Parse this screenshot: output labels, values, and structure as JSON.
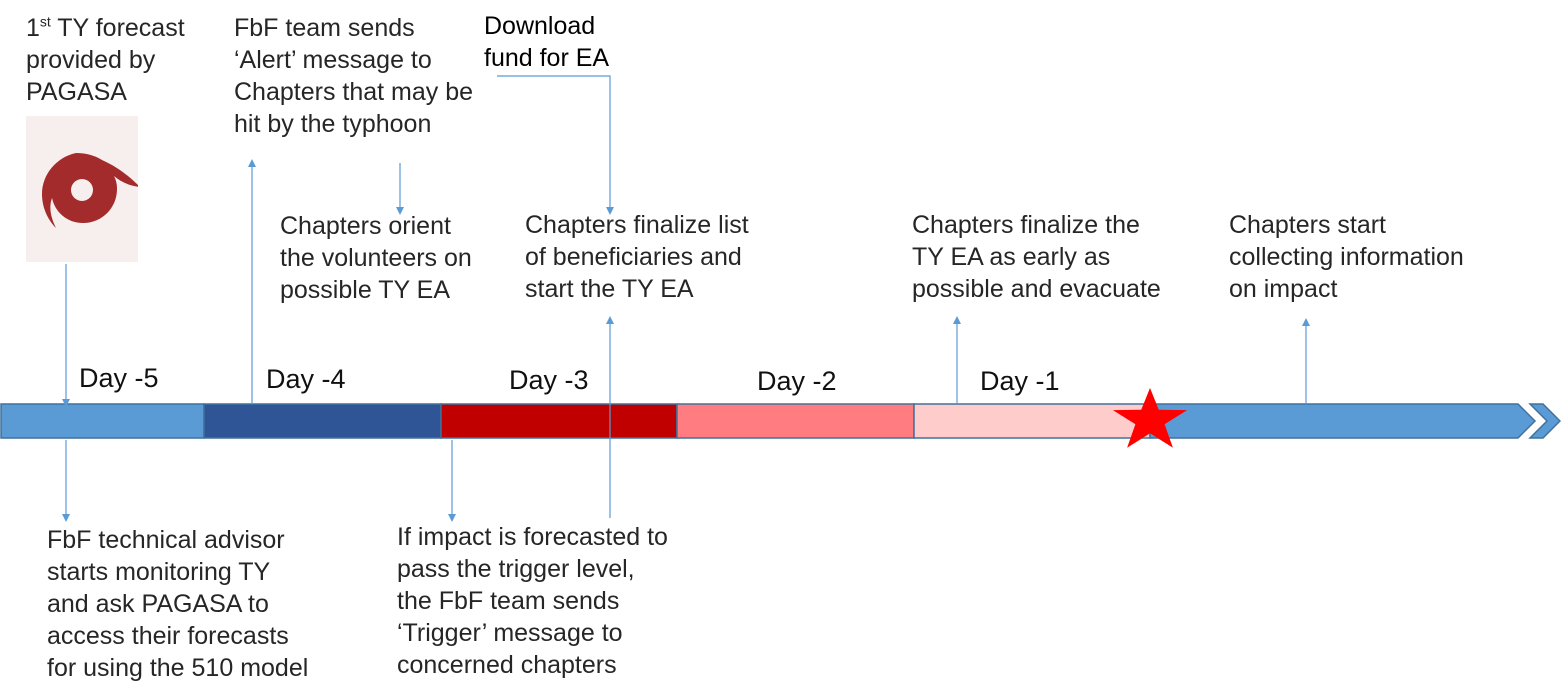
{
  "colors": {
    "arrow_line": "#5b9bd5",
    "seg_day5": "#5b9bd5",
    "seg_day4": "#2f5597",
    "seg_day3": "#c00000",
    "seg_day2": "#ff7c80",
    "seg_day1": "#ffcccc",
    "seg_after": "#5b9bd5",
    "star": "#ff0000",
    "typhoon_icon": "#a32b2b"
  },
  "icons": {
    "typhoon": "typhoon-icon",
    "landfall": "star-icon"
  },
  "timeline": {
    "days": [
      "Day -5",
      "Day -4",
      "Day -3",
      "Day -2",
      "Day -1"
    ]
  },
  "notes": {
    "forecast_sup": "st",
    "forecast_prefix": "1",
    "forecast_rest": " TY forecast\nprovided by\nPAGASA",
    "alert": "FbF team sends\n‘Alert’ message to\nChapters that may be\nhit by the typhoon",
    "download": "Download\nfund for EA",
    "orient": "Chapters orient\nthe volunteers on\npossible TY EA",
    "finalize_list": "Chapters finalize list\nof beneficiaries and\nstart the TY EA",
    "finalize_ea": "Chapters finalize the\nTY EA as early as\npossible and evacuate",
    "collect": "Chapters start\ncollecting information\non impact",
    "monitor": "FbF technical advisor\nstarts monitoring TY\nand ask PAGASA to\naccess their forecasts\nfor using the 510 model",
    "trigger": "If impact is forecasted to\npass the trigger level,\nthe FbF team sends\n‘Trigger’ message to\nconcerned chapters"
  }
}
